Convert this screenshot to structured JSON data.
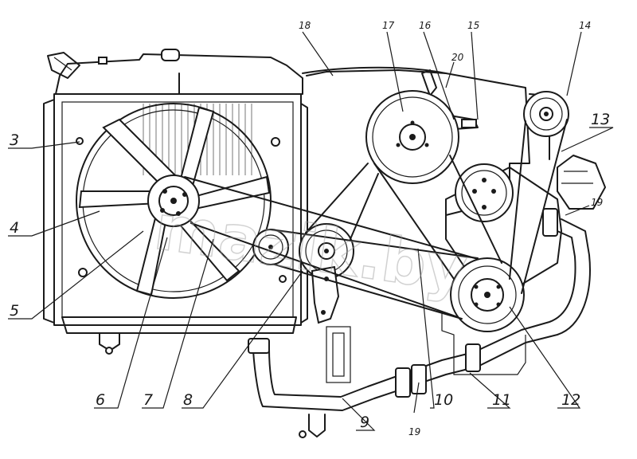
{
  "labels": {
    "l3": "3",
    "l4": "4",
    "l5": "5",
    "l6": "6",
    "l7": "7",
    "l8": "8",
    "l9": "9",
    "l10": "10",
    "l11": "11",
    "l12": "12",
    "l13": "13",
    "l14": "14",
    "l15": "15",
    "l16": "16",
    "l17": "17",
    "l18": "18",
    "l19a": "19",
    "l19b": "19",
    "l20": "20"
  },
  "watermark": "mazik.by",
  "colors": {
    "line": "#1a1a1a",
    "background": "#ffffff",
    "watermark": "#9a9a9a"
  }
}
